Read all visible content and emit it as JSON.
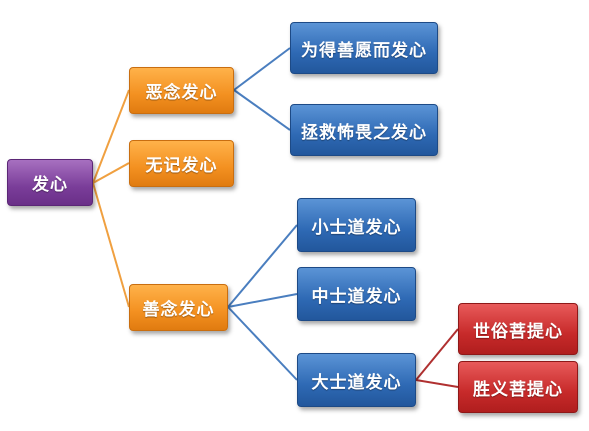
{
  "nodes": {
    "root": "发心",
    "evil": "恶念发心",
    "neutral": "无记发心",
    "good": "善念发心",
    "evil_1": "为得善愿而发心",
    "evil_2": "拯救怖畏之发心",
    "good_1": "小士道发心",
    "good_2": "中士道发心",
    "good_3": "大士道发心",
    "great_1": "世俗菩提心",
    "great_2": "胜义菩提心"
  },
  "colors": {
    "root": "#7a3d99",
    "level1": "#f39020",
    "level2": "#2e69b4",
    "level3": "#c72a2a",
    "link_root": "#f0a040",
    "link_blue": "#4a7ebf",
    "link_red": "#b03030"
  }
}
